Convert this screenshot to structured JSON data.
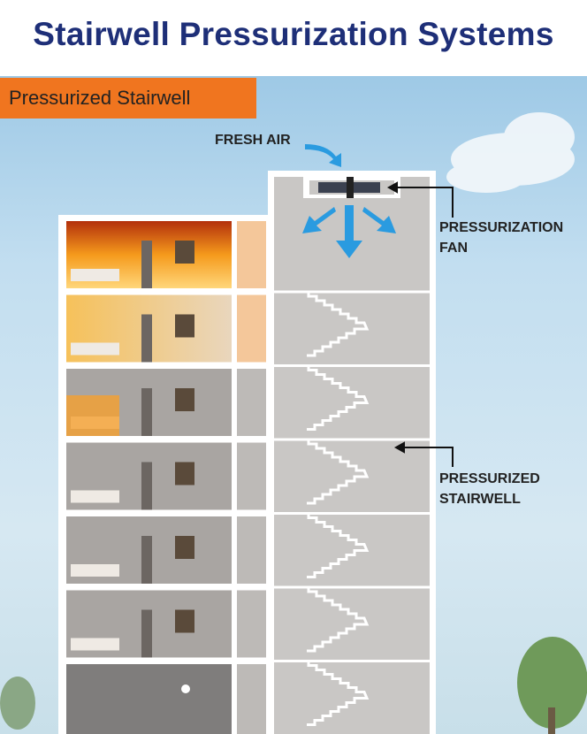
{
  "title": "Stairwell Pressurization Systems",
  "badge": "Pressurized Stairwell",
  "labels": {
    "fresh_air": "FRESH AIR",
    "fan_line1": "PRESSURIZATION",
    "fan_line2": "FAN",
    "stair_line1": "PRESSURIZED",
    "stair_line2": "STAIRWELL"
  },
  "colors": {
    "title": "#1e2f78",
    "badge": "#f0751f",
    "arrow": "#2a9be0",
    "fire": "#f28a1c"
  }
}
